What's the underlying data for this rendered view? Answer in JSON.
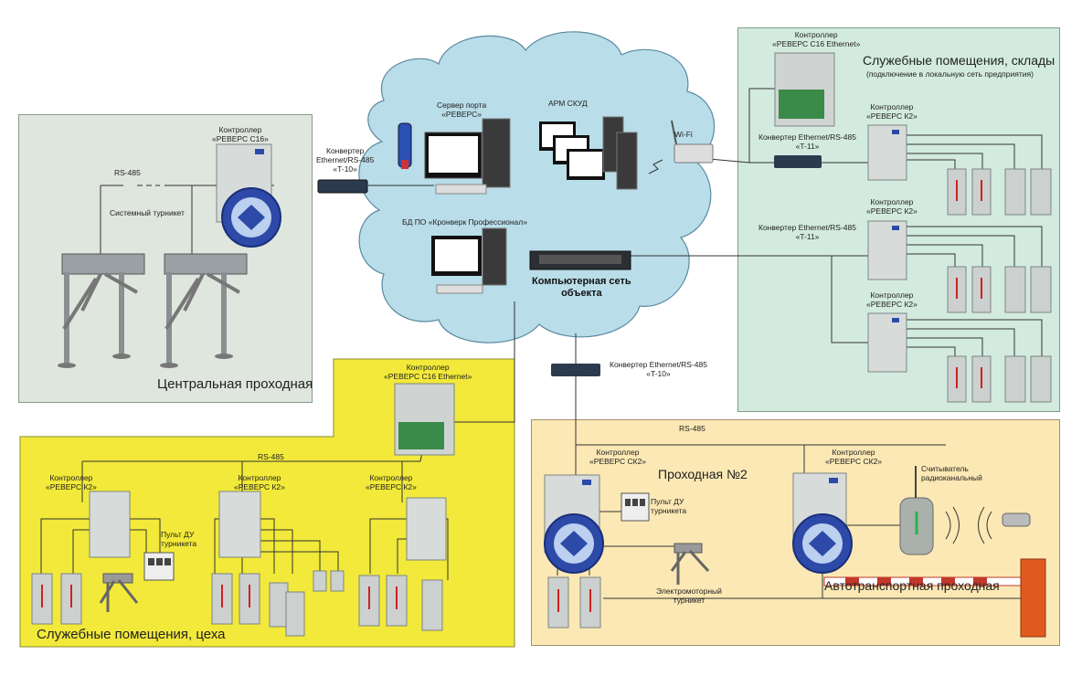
{
  "zones": {
    "central": "Центральная проходная",
    "warehouses_title": "Служебные помещения, склады",
    "warehouses_sub": "(подключение в локальную сеть предприятия)",
    "shops": "Служебные помещения, цеха",
    "pass2": "Проходная №2",
    "auto": "Автотранспортная проходная"
  },
  "network": {
    "server_port": [
      "Сервер порта",
      "«РЕВЕРС»"
    ],
    "arm": "АРМ СКУД",
    "db": "БД ПО «Кронверк Профессионал»",
    "net_title": [
      "Компьютерная сеть",
      "объекта"
    ],
    "wifi": "Wi-Fi"
  },
  "central": {
    "controller": [
      "Контроллер",
      "«РЕВЕРС С16»"
    ],
    "rs485": "RS-485",
    "turnstile": "Системный турникет",
    "converter": [
      "Конвертер",
      "Ethernet/RS-485",
      "«T-10»"
    ]
  },
  "warehouses": {
    "ctrl_ethernet": [
      "Контроллер",
      "«РЕВЕРС С16 Ethernet»"
    ],
    "ctrl_k2": [
      "Контроллер",
      "«РЕВЕРС К2»"
    ],
    "converter_t11": [
      "Конвертер Ethernet/RS-485",
      "«T-11»"
    ]
  },
  "shops": {
    "ctrl_ethernet": [
      "Контроллер",
      "«РЕВЕРС С16 Ethernet»"
    ],
    "rs485": "RS-485",
    "ctrl_k2": [
      "Контроллер",
      "«РЕВЕРС К2»"
    ],
    "remote": [
      "Пульт ДУ",
      "турникета"
    ]
  },
  "pass2": {
    "converter": [
      "Конвертер Ethernet/RS-485",
      "«T-10»"
    ],
    "rs485": "RS-485",
    "ctrl_ck2": [
      "Контроллер",
      "«РЕВЕРС СК2»"
    ],
    "remote": [
      "Пульт ДУ",
      "турникета"
    ],
    "turnstile": [
      "Электромоторный",
      "турникет"
    ],
    "reader": [
      "Считыватель",
      "радиоканальный"
    ]
  },
  "colors": {
    "central_bg": "#dfe6de",
    "warehouse_bg": "#d3ebdf",
    "shops_bg": "#f2e93a",
    "pass2_bg": "#fbe8b4",
    "cloud": "#b9dde9",
    "logo_blue": "#2d4aa8"
  }
}
